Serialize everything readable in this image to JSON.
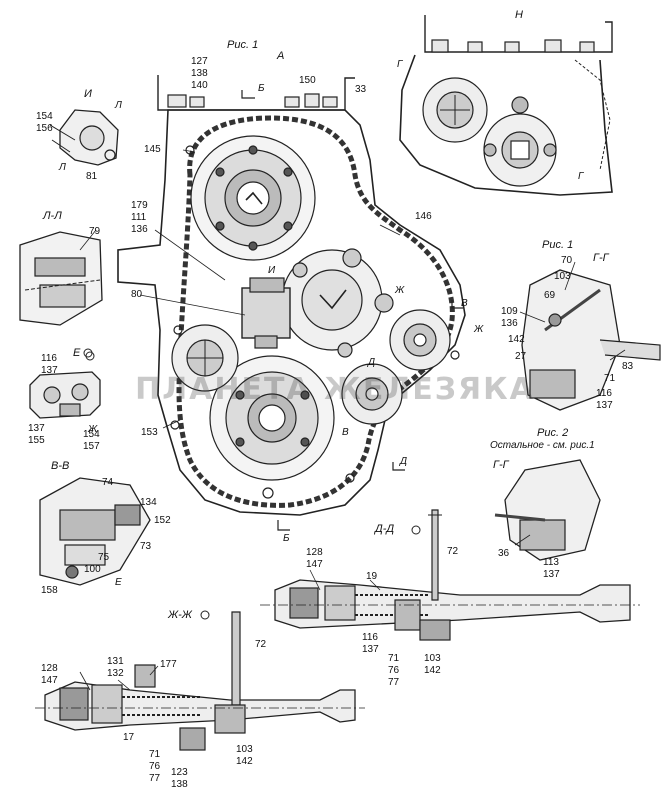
{
  "watermark": "ПЛАНЕТА ЖЕЛЕЗЯКА",
  "titles": {
    "fig1_top": "Рис. 1",
    "view_a": "А",
    "view_n": "Н",
    "fig1_right": "Рис. 1",
    "fig2": "Рис. 2",
    "fig2_note": "Остальное - см. рис.1",
    "view_i": "И",
    "section_ll": "Л-Л",
    "view_e": "Е",
    "section_vv": "В-В",
    "section_gg_1": "Г-Г",
    "section_gg_2": "Г-Г",
    "section_dd": "Д-Д",
    "section_zhzh": "Ж-Ж"
  },
  "marks": {
    "b_top": "Б",
    "b_bottom": "Б",
    "g_top": "Г",
    "g_side": "Г",
    "i_center": "И",
    "l_1": "Л",
    "l_2": "Л",
    "zh_1": "Ж",
    "zh_2": "Ж",
    "v_1": "В",
    "v_2": "В",
    "d_1": "Д",
    "d_2": "Д",
    "e_1": "Е",
    "zh_3": "Ж"
  },
  "callouts": {
    "n127": "127",
    "n138a": "138",
    "n140": "140",
    "n150": "150",
    "n33": "33",
    "n145": "145",
    "n179": "179",
    "n111": "111",
    "n136a": "136",
    "n146": "146",
    "n80": "80",
    "n153": "153",
    "n154a": "154",
    "n156": "156",
    "n81": "81",
    "n79": "79",
    "n116a": "116",
    "n137a": "137",
    "n137b": "137",
    "n155": "155",
    "n154b": "154",
    "n157": "157",
    "n74": "74",
    "n134": "134",
    "n152": "152",
    "n73": "73",
    "n75": "75",
    "n100": "100",
    "n158": "158",
    "n103a": "103",
    "n70": "70",
    "n69": "69",
    "n109": "109",
    "n136b": "136",
    "n142a": "142",
    "n27": "27",
    "n83": "83",
    "n71a": "71",
    "n116b": "116",
    "n137c": "137",
    "n36": "36",
    "n113": "113",
    "n137d": "137",
    "n72a": "72",
    "n128a": "128",
    "n147a": "147",
    "n19": "19",
    "n116c": "116",
    "n137e": "137",
    "n71b": "71",
    "n76a": "76",
    "n77a": "77",
    "n103b": "103",
    "n142b": "142",
    "n72b": "72",
    "n128b": "128",
    "n147b": "147",
    "n131": "131",
    "n132": "132",
    "n177": "177",
    "n17": "17",
    "n71c": "71",
    "n76b": "76",
    "n77b": "77",
    "n123": "123",
    "n138b": "138",
    "n103c": "103",
    "n142c": "142"
  }
}
